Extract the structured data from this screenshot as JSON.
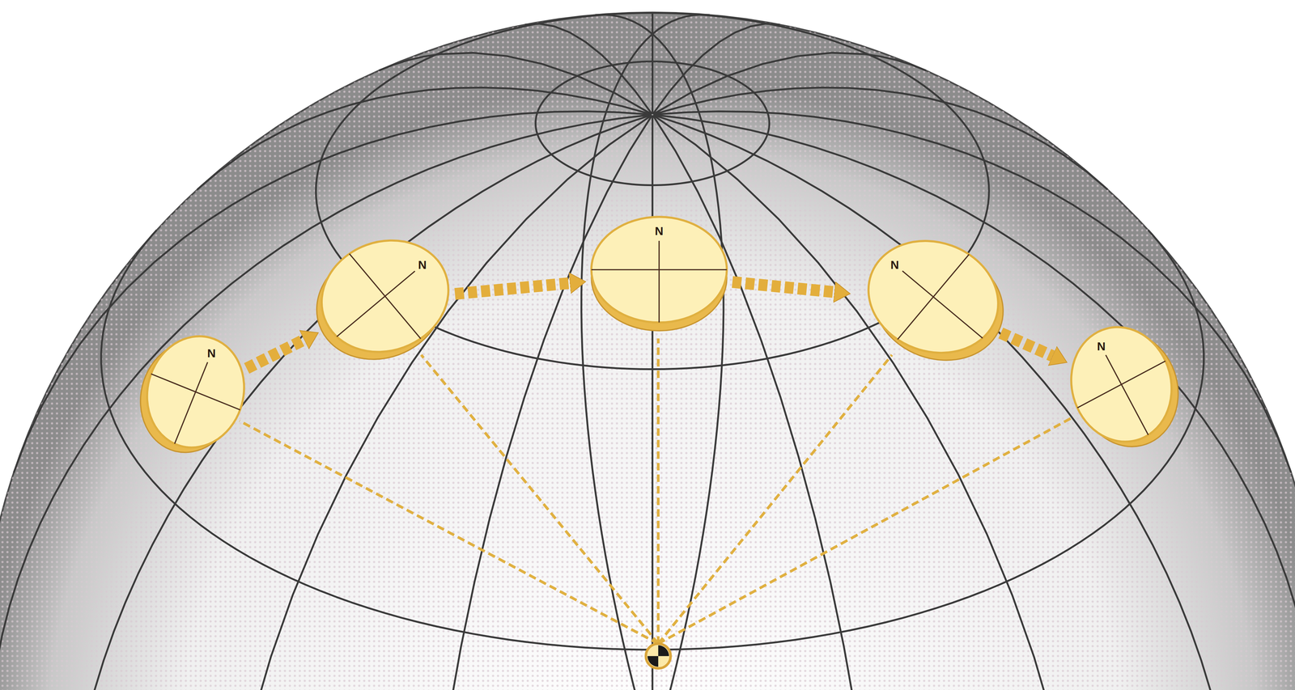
{
  "diagram": {
    "nodes": [
      {
        "text": [
          "N"
        ]
      },
      {
        "text": [
          "N"
        ]
      },
      {
        "text": [
          "N"
        ]
      },
      {
        "text": [
          "N"
        ]
      },
      {
        "text": [
          "N"
        ]
      }
    ],
    "edges": [
      {
        "from": 0,
        "to": 1,
        "arrow": "to"
      },
      {
        "from": 1,
        "to": 2,
        "arrow": "to"
      },
      {
        "from": 2,
        "to": 3,
        "arrow": "to"
      },
      {
        "from": 3,
        "to": 4,
        "arrow": "to"
      }
    ]
  }
}
